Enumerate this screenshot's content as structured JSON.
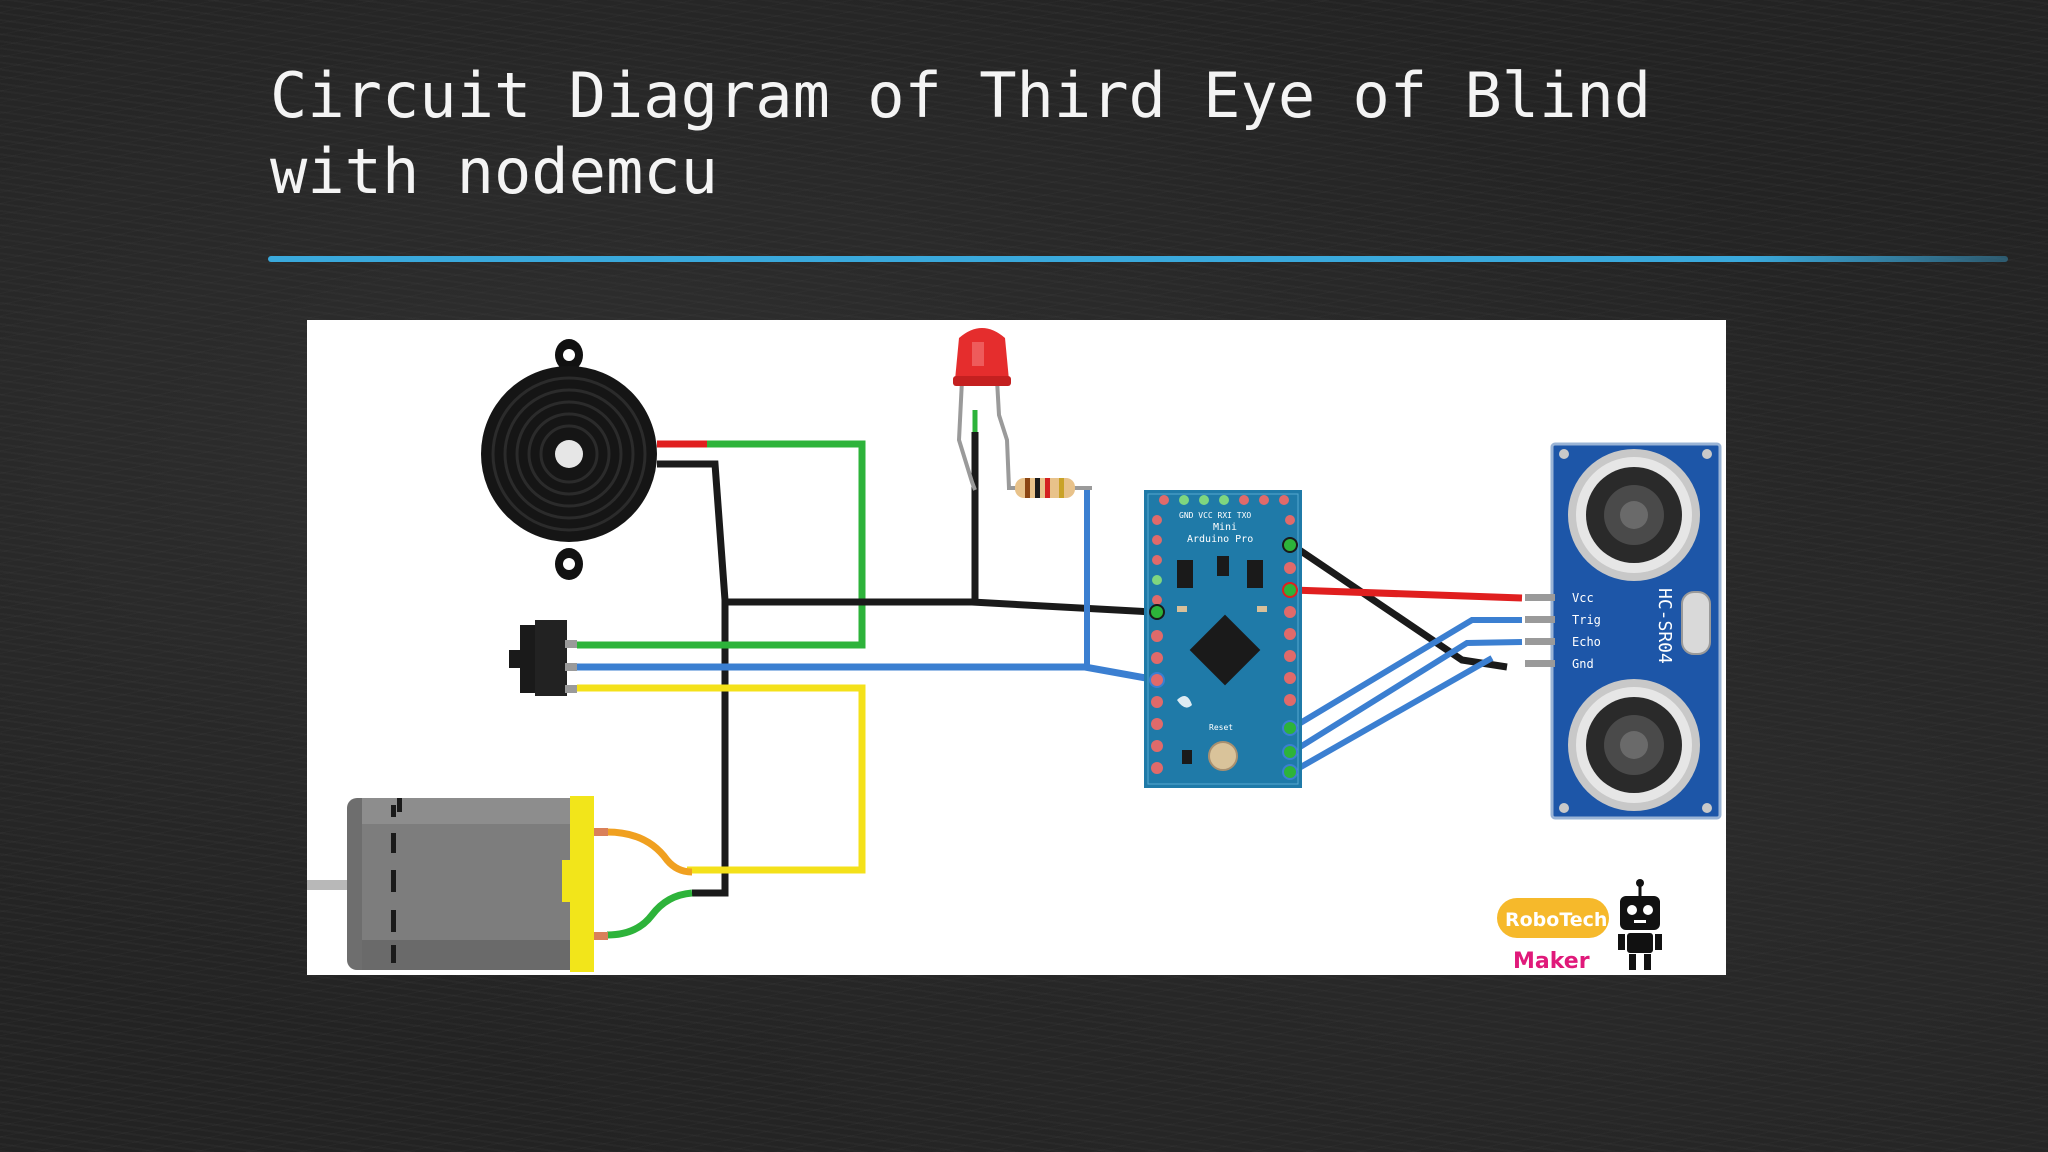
{
  "slide": {
    "title_line1": "Circuit Diagram of Third Eye of Blind",
    "title_line2": "with nodemcu",
    "accent_color": "#3aa9dc"
  },
  "board": {
    "top_pins": "GND VCC RXI TXO",
    "label_line1": "Mini",
    "label_line2": "Arduino Pro",
    "reset_label": "Reset"
  },
  "sensor": {
    "model": "HC-SR04",
    "pins": [
      "Vcc",
      "Trig",
      "Echo",
      "Gnd"
    ]
  },
  "logo": {
    "line1": "RoboTech",
    "line2": "Maker"
  },
  "components": {
    "buzzer_icon": "buzzer-icon",
    "switch_icon": "slide-switch-icon",
    "motor_icon": "dc-motor-icon",
    "led_icon": "red-led-icon",
    "resistor_icon": "resistor-icon",
    "robot_icon": "robot-mascot-icon"
  },
  "wire_colors": {
    "black": "#1a1a1a",
    "green": "#2db33a",
    "blue": "#3b7fd1",
    "yellow": "#f4e11a",
    "red": "#e01f1f",
    "orange": "#f0a020"
  }
}
